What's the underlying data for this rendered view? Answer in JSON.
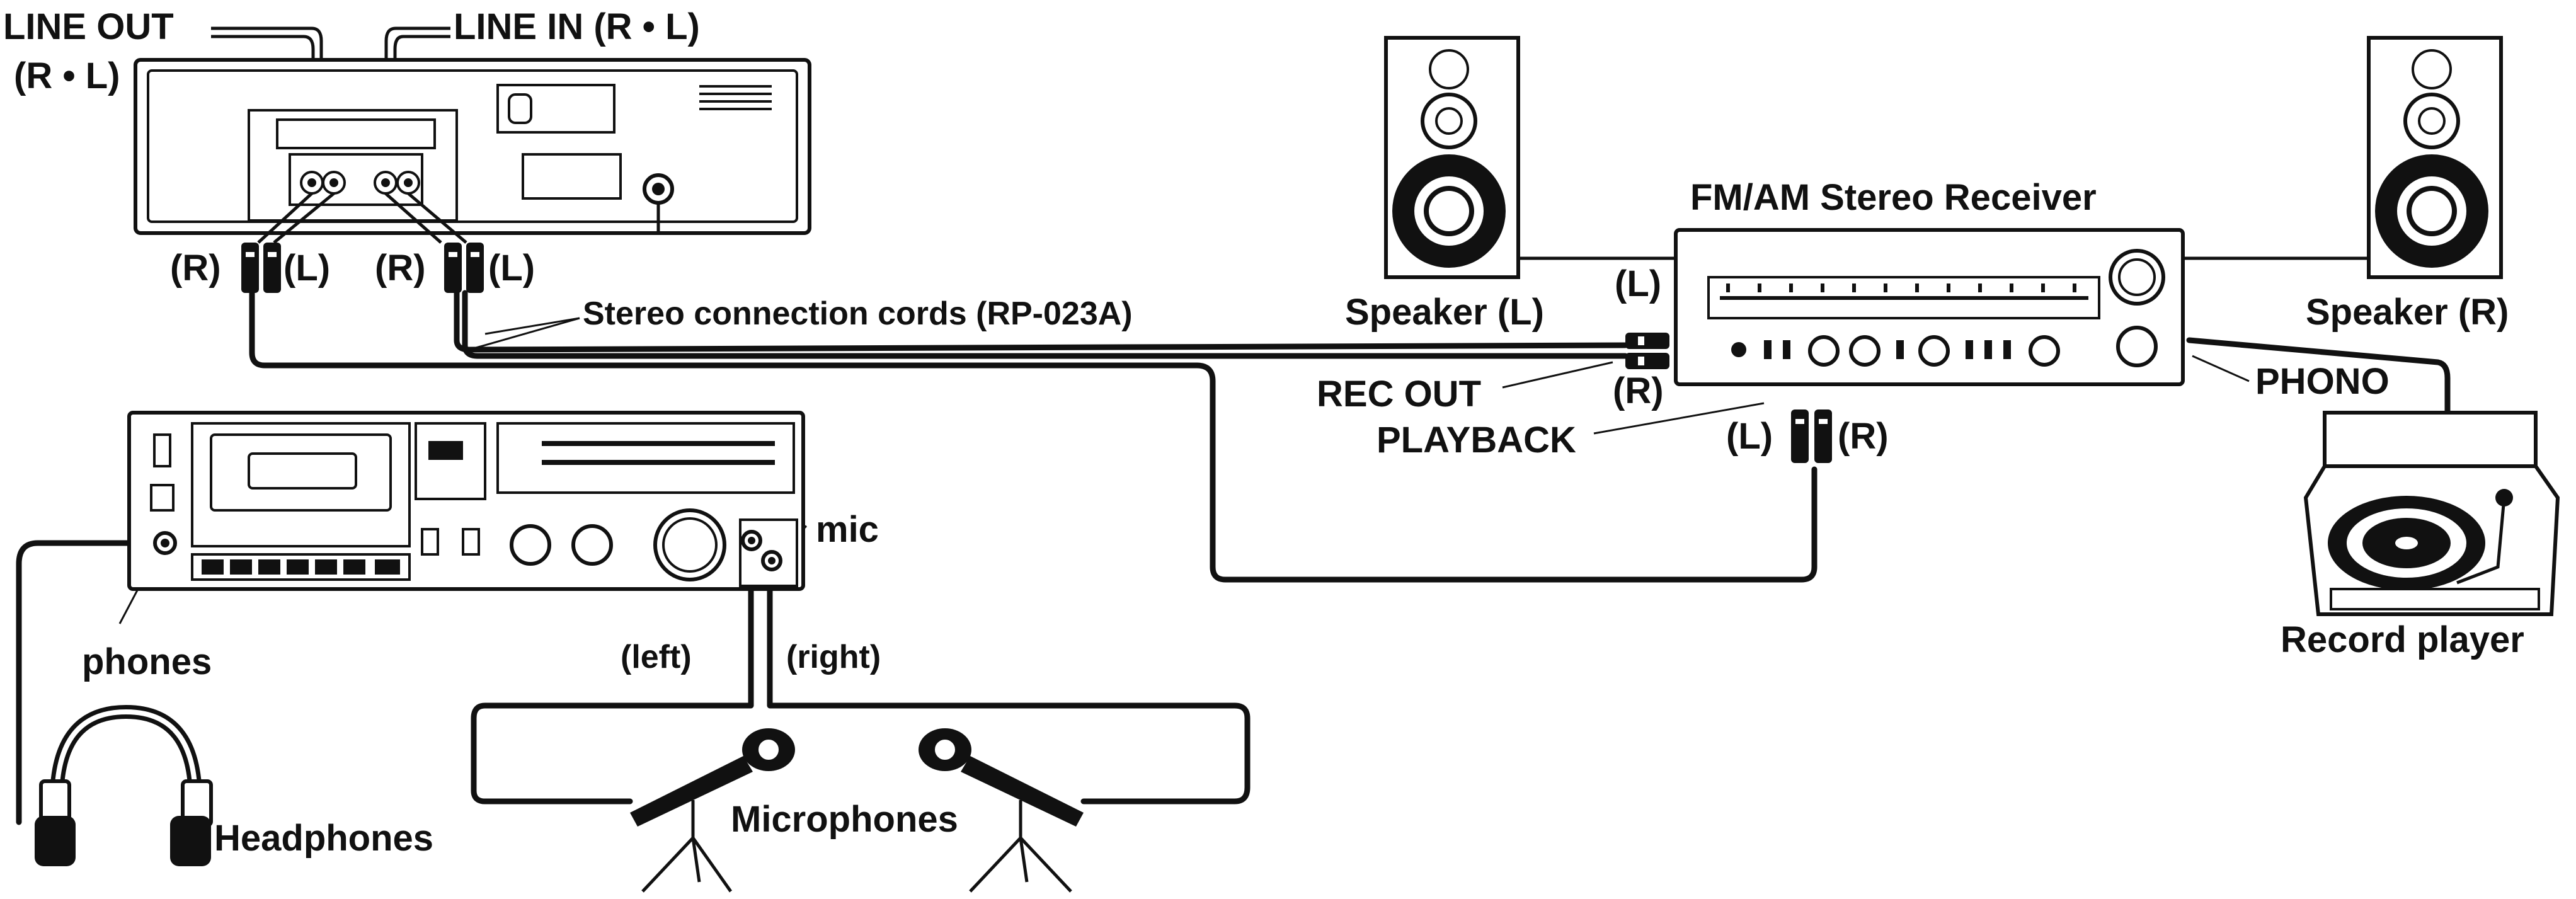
{
  "labels": {
    "line_out": "LINE OUT",
    "line_out_rl": "(R • L)",
    "line_in": "LINE IN (R • L)",
    "deck_r1": "(R)",
    "deck_l1": "(L)",
    "deck_r2": "(R)",
    "deck_l2": "(L)",
    "stereo_cords": "Stereo connection cords (RP-023A)",
    "receiver": "FM/AM Stereo Receiver",
    "speaker_left": "Speaker (L)",
    "speaker_right": "Speaker (R)",
    "rec_l": "(L)",
    "rec_out": "REC OUT",
    "rec_r": "(R)",
    "playback": "PLAYBACK",
    "pb_l": "(L)",
    "pb_r": "(R)",
    "phono": "PHONO",
    "record_player": "Record player",
    "mic": "mic",
    "phones": "phones",
    "left": "(left)",
    "right": "(right)",
    "headphones": "Headphones",
    "microphones": "Microphones"
  },
  "colors": {
    "ink": "#111111",
    "paper": "#ffffff"
  }
}
